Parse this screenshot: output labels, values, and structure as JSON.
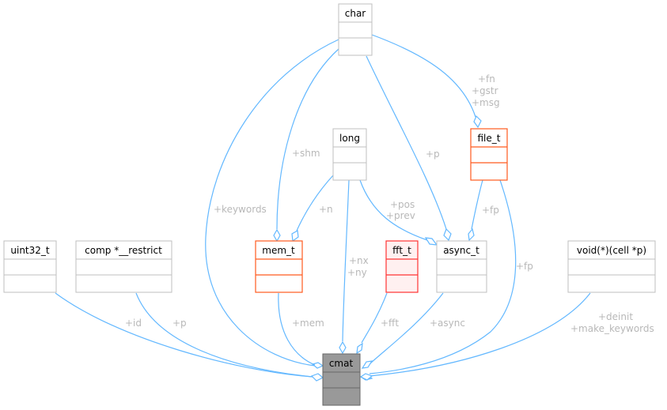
{
  "diagram": {
    "title": "cmat collaboration diagram",
    "colors": {
      "edge": "#63b8ff",
      "edge_label": "#b8b8b8",
      "node_default_border": "#bfbfbf",
      "node_default_fill": "#ffffff",
      "node_focus_fill": "#999999",
      "node_focus_border": "#666666",
      "node_orange_border": "#ff5a1f",
      "node_red_border": "#ff3333",
      "node_red_fill": "#fff0f0"
    },
    "nodes": {
      "char": {
        "label": "char",
        "style": "default"
      },
      "long": {
        "label": "long",
        "style": "default"
      },
      "file_t": {
        "label": "file_t",
        "style": "orange"
      },
      "uint32_t": {
        "label": "uint32_t",
        "style": "default"
      },
      "comp": {
        "label": "comp *__restrict",
        "style": "default"
      },
      "mem_t": {
        "label": "mem_t",
        "style": "orange"
      },
      "fft_t": {
        "label": "fft_t",
        "style": "red"
      },
      "async_t": {
        "label": "async_t",
        "style": "default"
      },
      "voidfn": {
        "label": "void(*)(cell *p)",
        "style": "default"
      },
      "cmat": {
        "label": "cmat",
        "style": "focus"
      }
    },
    "edges": [
      {
        "from": "char",
        "to": "cmat",
        "labels": [
          "+keywords"
        ]
      },
      {
        "from": "char",
        "to": "mem_t",
        "labels": [
          "+shm"
        ]
      },
      {
        "from": "char",
        "to": "file_t",
        "labels": [
          "+fn",
          "+gstr",
          "+msg"
        ]
      },
      {
        "from": "char",
        "to": "async_t",
        "labels": [
          "+p"
        ]
      },
      {
        "from": "long",
        "to": "mem_t",
        "labels": [
          "+n"
        ]
      },
      {
        "from": "long",
        "to": "cmat",
        "labels": [
          "+nx",
          "+ny"
        ]
      },
      {
        "from": "long",
        "to": "async_t",
        "labels": [
          "+pos",
          "+prev"
        ]
      },
      {
        "from": "file_t",
        "to": "async_t",
        "labels": [
          "+fp"
        ]
      },
      {
        "from": "file_t",
        "to": "cmat",
        "labels": [
          "+fp"
        ]
      },
      {
        "from": "uint32_t",
        "to": "cmat",
        "labels": [
          "+id"
        ]
      },
      {
        "from": "comp",
        "to": "cmat",
        "labels": [
          "+p"
        ]
      },
      {
        "from": "mem_t",
        "to": "cmat",
        "labels": [
          "+mem"
        ]
      },
      {
        "from": "fft_t",
        "to": "cmat",
        "labels": [
          "+fft"
        ]
      },
      {
        "from": "async_t",
        "to": "cmat",
        "labels": [
          "+async"
        ]
      },
      {
        "from": "voidfn",
        "to": "cmat",
        "labels": [
          "+deinit",
          "+make_keywords"
        ]
      }
    ]
  }
}
